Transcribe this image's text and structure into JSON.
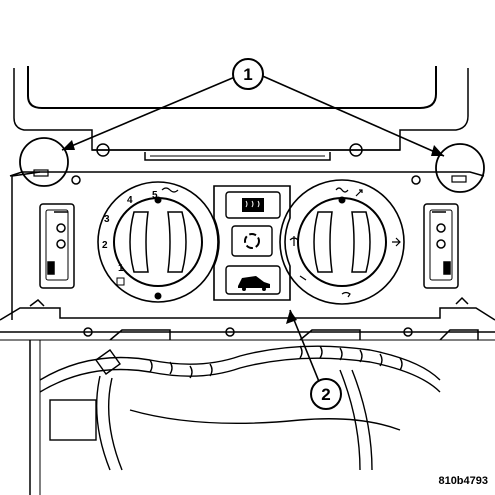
{
  "figure": {
    "code": "810b4793",
    "callouts": [
      "1",
      "2"
    ]
  },
  "fan_knob": {
    "positions": [
      "1",
      "2",
      "3",
      "4",
      "5"
    ]
  },
  "colors": {
    "ink": "#000000",
    "paper": "#ffffff"
  },
  "icons": {
    "rear_defrost": "rear-defrost-icon",
    "recirculation": "recirculation-icon",
    "outside_air": "outside-air-car-icon"
  }
}
